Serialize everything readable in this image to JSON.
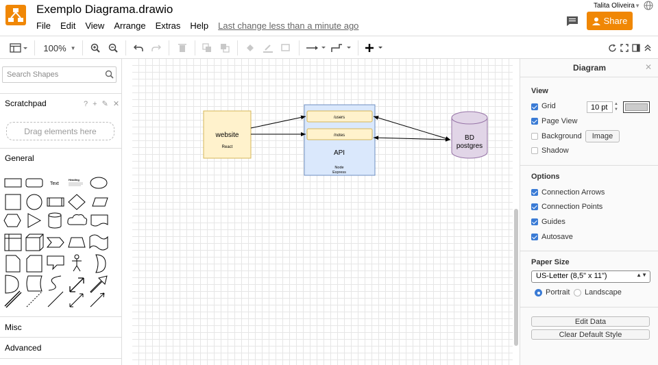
{
  "app": {
    "title": "Exemplo Diagrama.drawio",
    "user": "Talita Oliveira",
    "share_label": "Share",
    "last_change": "Last change less than a minute ago",
    "brand_color": "#f08705"
  },
  "menu": [
    "File",
    "Edit",
    "View",
    "Arrange",
    "Extras",
    "Help"
  ],
  "toolbar": {
    "zoom": "100%"
  },
  "sidebar": {
    "search_placeholder": "Search Shapes",
    "scratchpad_label": "Scratchpad",
    "scratchpad_icons": "? + ✎ ✕",
    "drag_hint": "Drag elements here",
    "general_label": "General",
    "misc_label": "Misc",
    "advanced_label": "Advanced",
    "shape_text": "Text",
    "shape_heading": "Heading"
  },
  "diagram": {
    "website_label": "website",
    "website_sub": "React",
    "users_route": "/users",
    "notes_route": "/notes",
    "api_label": "API",
    "api_sub1": "Node",
    "api_sub2": "Express",
    "db_label1": "BD",
    "db_label2": "postgres"
  },
  "panel": {
    "title": "Diagram",
    "view_header": "View",
    "grid_label": "Grid",
    "grid_size": "10 pt",
    "page_view_label": "Page View",
    "background_label": "Background",
    "image_button": "Image",
    "shadow_label": "Shadow",
    "options_header": "Options",
    "connection_arrows": "Connection Arrows",
    "connection_points": "Connection Points",
    "guides": "Guides",
    "autosave": "Autosave",
    "paper_size_header": "Paper Size",
    "paper_size_value": "US-Letter (8,5\" x 11\")",
    "portrait": "Portrait",
    "landscape": "Landscape",
    "edit_data": "Edit Data",
    "clear_default_style": "Clear Default Style",
    "checkbox_color": "#3a7bd5"
  }
}
